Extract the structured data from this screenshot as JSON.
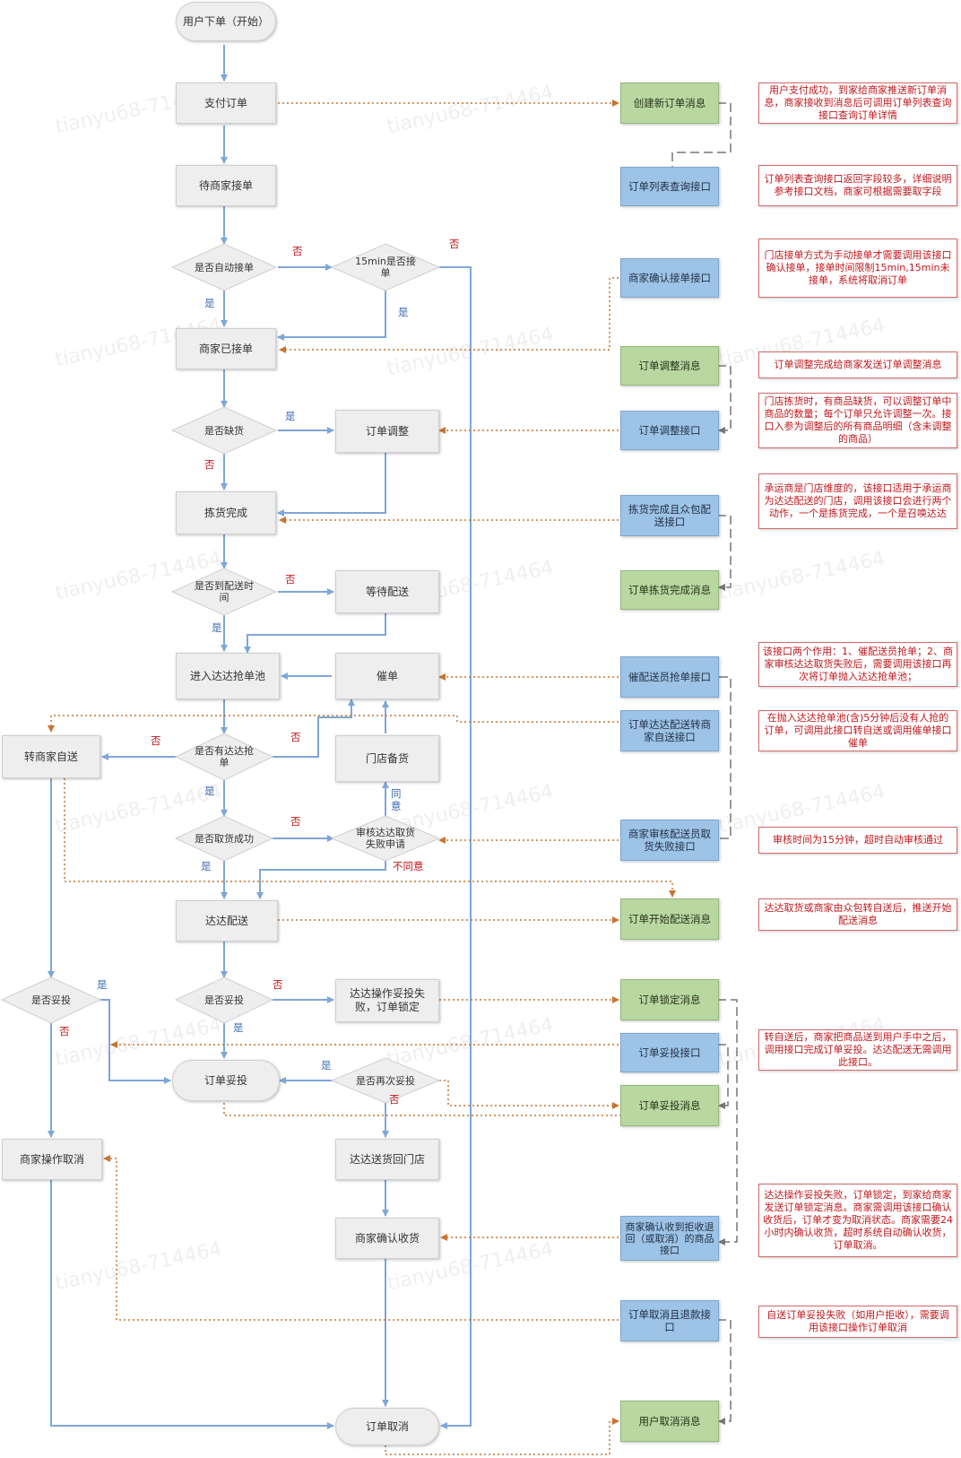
{
  "nodes": {
    "start": "用户下单（开始）",
    "pay_order": "支付订单",
    "wait_accept": "待商家接单",
    "auto_accept": "是否自动接单",
    "accept_15min": "15min是否接单",
    "merchant_accepted": "商家已接单",
    "out_of_stock": "是否缺货",
    "order_adjust": "订单调整",
    "picking_done": "拣货完成",
    "delivery_time": "是否到配送时间",
    "wait_delivery": "等待配送",
    "enter_pool": "进入达达抢单池",
    "remind": "催单",
    "has_rider": "是否有达达抢单",
    "store_stock": "门店备货",
    "to_self_delivery": "转商家自送",
    "pickup_success": "是否取货成功",
    "review_failure": "审核达达取货失败申请",
    "dada_delivery": "达达配送",
    "self_delivered": "是否妥投",
    "dada_delivered": "是否妥投",
    "dada_fail_lock": "达达操作妥投失败，订单锁定",
    "order_delivered": "订单妥投",
    "redeliver": "是否再次妥投",
    "merchant_cancel_op": "商家操作取消",
    "return_to_store": "达达送货回门店",
    "merchant_confirm_receipt": "商家确认收货",
    "order_cancel": "订单取消"
  },
  "apis": {
    "new_order_msg": "创建新订单消息",
    "order_list_query": "订单列表查询接口",
    "merchant_confirm_api": "商家确认接单接口",
    "order_adjust_msg": "订单调整消息",
    "order_adjust_api": "订单调整接口",
    "picking_done_api": "拣货完成且众包配送接口",
    "picking_done_msg": "订单拣货完成消息",
    "remind_api": "催配送员抢单接口",
    "switch_self_api": "订单达达配送转商家自送接口",
    "review_failure_api": "商家审核配送员取货失败接口",
    "start_delivery_msg": "订单开始配送消息",
    "order_lock_msg": "订单锁定消息",
    "order_delivered_api": "订单妥投接口",
    "order_delivered_msg": "订单妥投消息",
    "confirm_return_api": "商家确认收到拒收退回（或取消）的商品接口",
    "cancel_refund_api": "订单取消且退款接口",
    "user_cancel_msg": "用户取消消息"
  },
  "notes": {
    "n1": "用户支付成功，到家给商家推送新订单消息，商家接收到消息后可调用订单列表查询接口查询订单详情",
    "n2": "订单列表查询接口返回字段较多，详细说明参考接口文档，商家可根据需要取字段",
    "n3": "门店接单方式为手动接单才需要调用该接口确认接单，接单时间限制15min,15min未接单，系统将取消订单",
    "n4": "订单调整完成给商家发送订单调整消息",
    "n5": "门店拣货时，有商品缺货，可以调整订单中商品的数量；每个订单只允许调整一次。接口入参为调整后的所有商品明细（含未调整的商品）",
    "n6": "承运商是门店维度的，该接口适用于承运商为达达配送的门店，调用该接口会进行两个动作，一个是拣货完成，一个是召唤达达",
    "n7": "该接口两个作用：1、催配送员抢单；2、商家审核达达取货失败后，需要调用该接口再次将订单抛入达达抢单池；",
    "n8": "在抛入达达抢单池(含)5分钟后没有人抢的订单，可调用此接口转自送或调用催单接口催单",
    "n9": "审核时间为15分钟，超时自动审核通过",
    "n10": "达达取货或商家由众包转自送后，推送开始配送消息",
    "n11": "转自送后，商家把商品送到用户手中之后，调用接口完成订单妥投。达达配送无需调用此接口。",
    "n12": "达达操作妥投失败，订单锁定，到家给商家发送订单锁定消息。商家需调用该接口确认收货后，订单才变为取消状态。商家需要24小时内确认收货，超时系统自动确认收货，订单取消。",
    "n13": "自送订单妥投失败（如用户拒收），需要调用该接口操作订单取消"
  },
  "labels": {
    "yes": "是",
    "no": "否",
    "agree": "同意",
    "disagree": "不同意"
  },
  "watermark": "tianyu68-714464",
  "colors": {
    "flow_arrow": "#7ea6d8",
    "dotted_arrow": "#c8742e",
    "dashed_connector": "#777777",
    "api_fill": "#9dc3e6",
    "msg_fill": "#b9d7a0",
    "note_text": "#c0171d"
  }
}
